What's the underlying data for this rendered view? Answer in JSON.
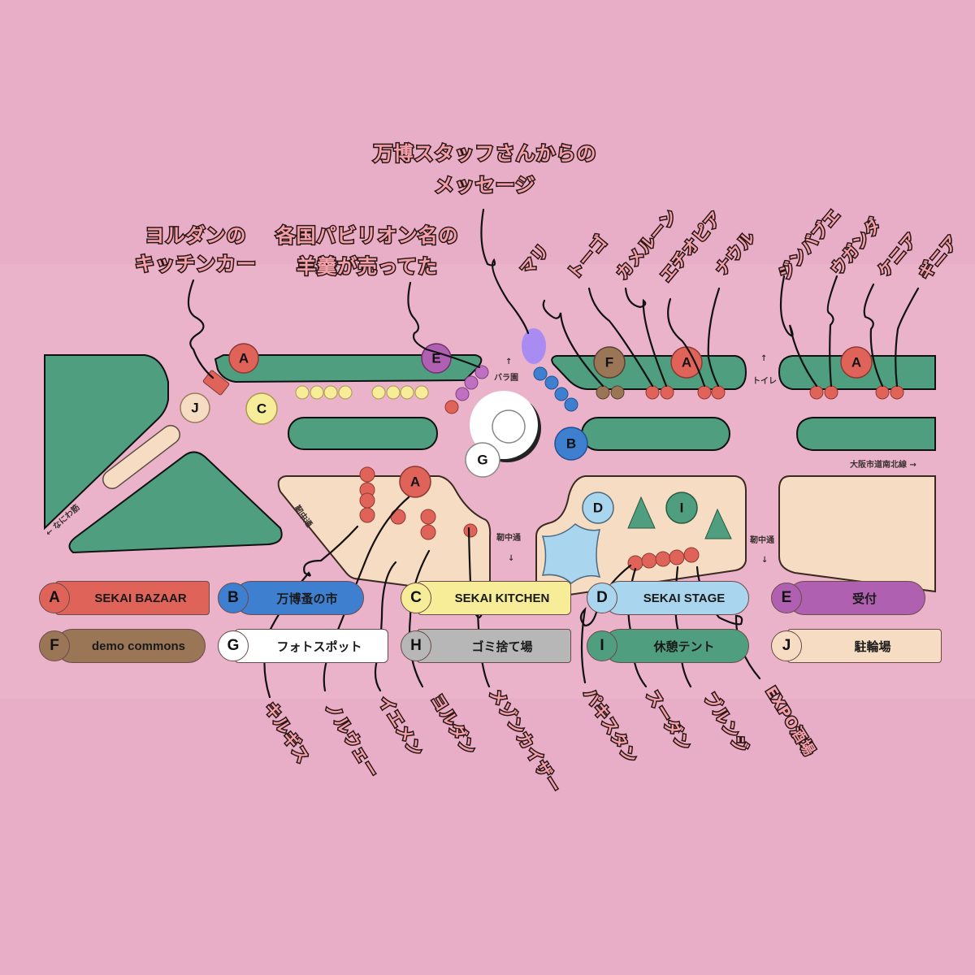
{
  "colors": {
    "background": "#e9aec7",
    "green": "#4e9e7f",
    "beige": "#f6dcc2",
    "red": "#e0635a",
    "yellow": "#f7ec97",
    "purple": "#b060b0",
    "blue": "#3f7fcf",
    "light_blue": "#a9d6ee",
    "brown": "#9a7656",
    "gray": "#b7b7b7",
    "lavender": "#a98cf2"
  },
  "map": {
    "markers": [
      "A",
      "A",
      "A",
      "A",
      "B",
      "C",
      "D",
      "E",
      "F",
      "G",
      "I",
      "J"
    ],
    "roads": {
      "naniwa": "← なにわ筋",
      "utsubo1": "靭中通",
      "utsubo2": "靭中通",
      "utsubo3": "靭中通",
      "rose_garden": "バラ園",
      "toilet": "トイレ",
      "city_road": "大阪市道南北線 →"
    }
  },
  "legend": [
    {
      "letter": "A",
      "label": "SEKAI BAZAAR",
      "color": "#e0635a"
    },
    {
      "letter": "B",
      "label": "万博蚤の市",
      "color": "#3f7fcf"
    },
    {
      "letter": "C",
      "label": "SEKAI KITCHEN",
      "color": "#f7ec97"
    },
    {
      "letter": "D",
      "label": "SEKAI STAGE",
      "color": "#a9d6ee"
    },
    {
      "letter": "E",
      "label": "受付",
      "color": "#b060b0"
    },
    {
      "letter": "F",
      "label": "demo commons",
      "color": "#9a7656"
    },
    {
      "letter": "G",
      "label": "フォトスポット",
      "color": "#ffffff"
    },
    {
      "letter": "H",
      "label": "ゴミ捨て場",
      "color": "#b7b7b7"
    },
    {
      "letter": "I",
      "label": "休憩テント",
      "color": "#4e9e7f"
    },
    {
      "letter": "J",
      "label": "駐輪場",
      "color": "#f6dcc2"
    }
  ],
  "annotations": {
    "staff_message": [
      "万博スタッフさんからの",
      "メッセージ"
    ],
    "jordan_kitchen": [
      "ヨルダンの",
      "キッチンカー"
    ],
    "yokan": [
      "各国パビリオン名の",
      "羊羹が売ってた"
    ],
    "top_countries": [
      "マリ",
      "トーゴ",
      "カメルーン",
      "エチオピア",
      "ナウル",
      "ジンバブエ",
      "ウガンダ",
      "ケニア",
      "ギニア"
    ],
    "bottom_countries": [
      "キルギス",
      "ノルウェー",
      "イエメン",
      "ヨルダン",
      "メゾンカイザー",
      "パキスタン",
      "スーダン",
      "ブルンジ",
      "EXPO酒場"
    ]
  }
}
